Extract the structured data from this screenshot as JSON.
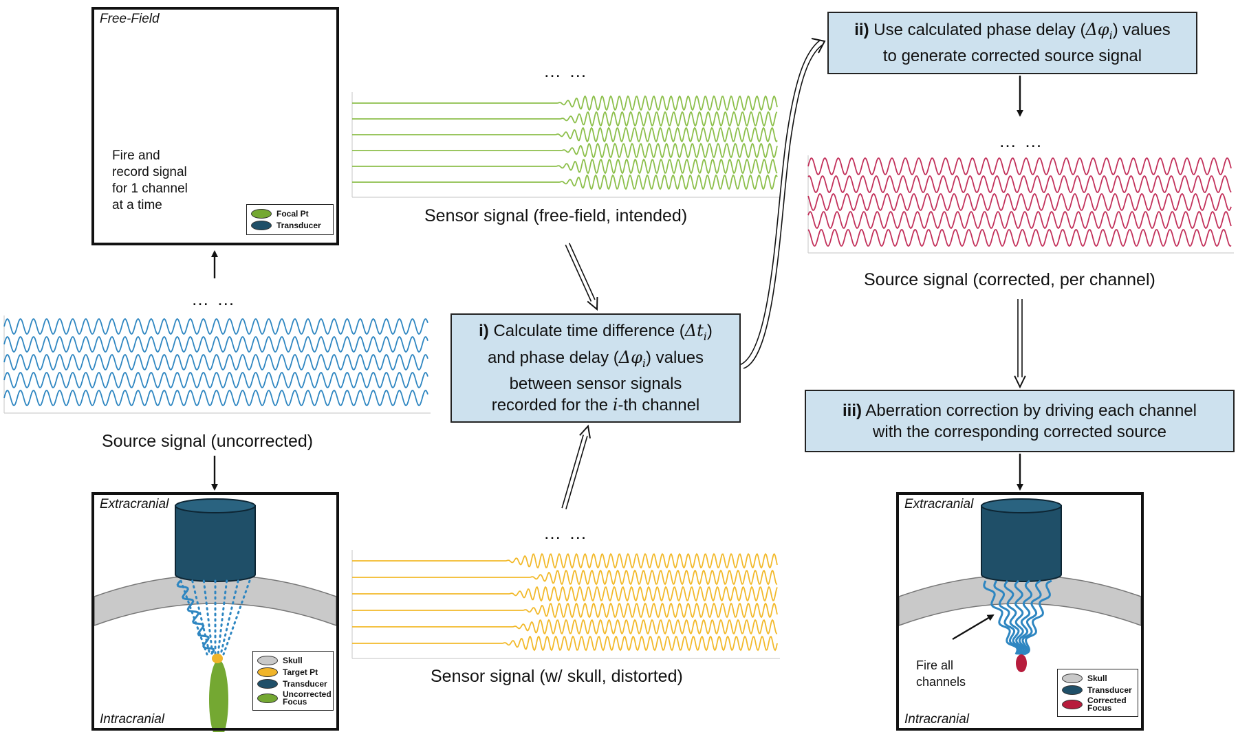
{
  "colors": {
    "transducer": "#1f4f68",
    "wave_blue": "#2e86c1",
    "wave_green": "#8cbf4a",
    "wave_yellow": "#f2b92a",
    "wave_red": "#c2305a",
    "skull": "#c9c9c9",
    "focal_green": "#74a832",
    "target_orange": "#f0b429",
    "corrected_red": "#b71c3c",
    "box_fill": "#cde1ee"
  },
  "ellipsis": "… …",
  "captions": {
    "free_field_sensor": "Sensor signal (free-field, intended)",
    "skull_sensor": "Sensor signal (w/ skull, distorted)",
    "source_uncorrected": "Source signal (uncorrected)",
    "source_corrected": "Source signal (corrected, per channel)"
  },
  "steps": {
    "step1": {
      "num": "i)",
      "line1": "Calculate time difference (",
      "sym1": "Δt",
      "sub1": "i",
      "line1_end": ")",
      "line2": "and phase delay (",
      "sym2": "Δφ",
      "sub2": "i",
      "line2_end": ") values",
      "line3": "between sensor signals",
      "line4a": "recorded for the ",
      "sym4": "i",
      "line4b": "-th channel"
    },
    "step2": {
      "num": "ii)",
      "line1a": "Use calculated phase delay (",
      "sym1": "Δφ",
      "sub1": "i",
      "line1b": ") values",
      "line2": "to generate corrected source signal"
    },
    "step3": {
      "num": "iii)",
      "line1": "Aberration correction by driving each channel",
      "line2": "with the corresponding corrected source"
    }
  },
  "panels": {
    "free_field": {
      "title": "Free-Field",
      "annotation": [
        "Fire and",
        "record signal",
        "for 1 channel",
        "at a time"
      ],
      "legend": [
        {
          "label": "Focal Pt",
          "color": "#74a832"
        },
        {
          "label": "Transducer",
          "color": "#1f4f68"
        }
      ]
    },
    "extracranial_left": {
      "title_top": "Extracranial",
      "title_bottom": "Intracranial",
      "legend": [
        {
          "label": "Skull",
          "color": "#c9c9c9"
        },
        {
          "label": "Target Pt",
          "color": "#f0b429"
        },
        {
          "label": "Transducer",
          "color": "#1f4f68"
        },
        {
          "label": "Uncorrected Focus",
          "color": "#74a832"
        }
      ]
    },
    "extracranial_right": {
      "title_top": "Extracranial",
      "title_bottom": "Intracranial",
      "annotation": [
        "Fire all",
        "channels"
      ],
      "legend": [
        {
          "label": "Skull",
          "color": "#c9c9c9"
        },
        {
          "label": "Transducer",
          "color": "#1f4f68"
        },
        {
          "label": "Corrected Focus",
          "color": "#b71c3c"
        }
      ]
    }
  }
}
